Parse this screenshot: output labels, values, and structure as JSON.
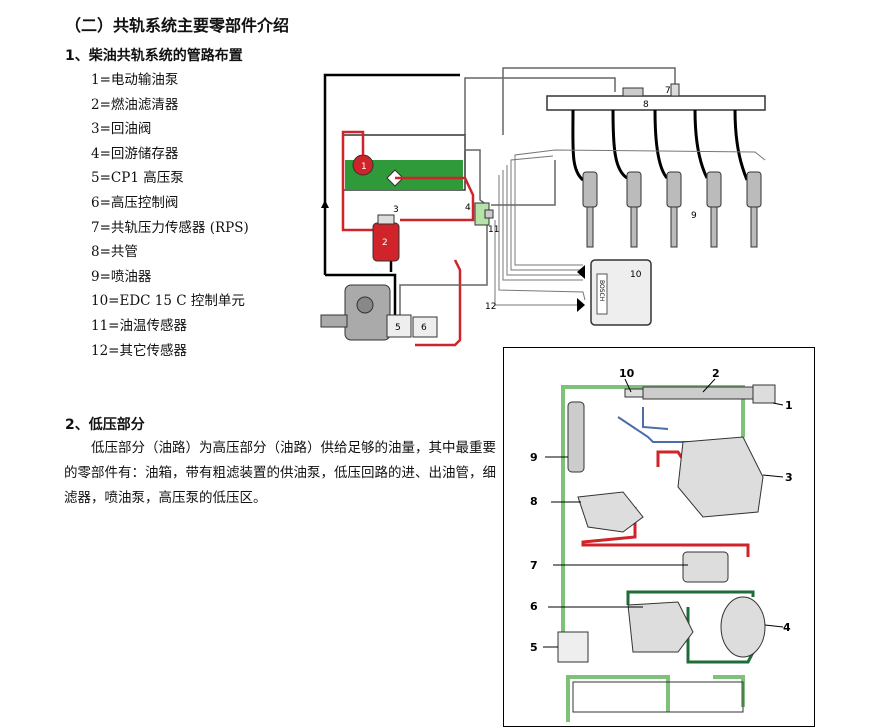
{
  "heading": "（二）共轨系统主要零部件介绍",
  "section1": {
    "title": "1、柴油共轨系统的管路布置",
    "legend": [
      "1=电动输油泵",
      "2=燃油滤清器",
      "3=回油阀",
      "4=回游储存器",
      "5=CP1  高压泵",
      "6=高压控制阀",
      "7=共轨压力传感器 (RPS)",
      "8=共管",
      "9=喷油器",
      "10=EDC 15 C  控制单元",
      "11=油温传感器",
      "12=其它传感器"
    ],
    "diagram_labels": {
      "n1": "1",
      "n2": "2",
      "n3": "3",
      "n4": "4",
      "n5": "5",
      "n6": "6",
      "n7": "7",
      "n8": "8",
      "n9": "9",
      "n10": "10",
      "n11": "11",
      "n12": "12",
      "bosch": "BOSCH"
    }
  },
  "section2": {
    "title": "2、低压部分",
    "paragraph": "低压部分（油路）为高压部分（油路）供给足够的油量，其中最重要的零部件有：油箱，带有粗滤装置的供油泵，低压回路的进、出油管，细滤器，喷油泵，高压泵的低压区。",
    "diagram_labels": {
      "c1": "1",
      "c2": "2",
      "c3": "3",
      "c4": "4",
      "c5": "5",
      "c6": "6",
      "c7": "7",
      "c8": "8",
      "c9": "9",
      "c10": "10"
    }
  },
  "colors": {
    "tank_green": "#2e9a3a",
    "pipe_red": "#d0232a",
    "pipe_dark_green": "#1f6b3a",
    "pipe_light_green": "#7ec27a",
    "pipe_blue": "#4a6ea8"
  }
}
